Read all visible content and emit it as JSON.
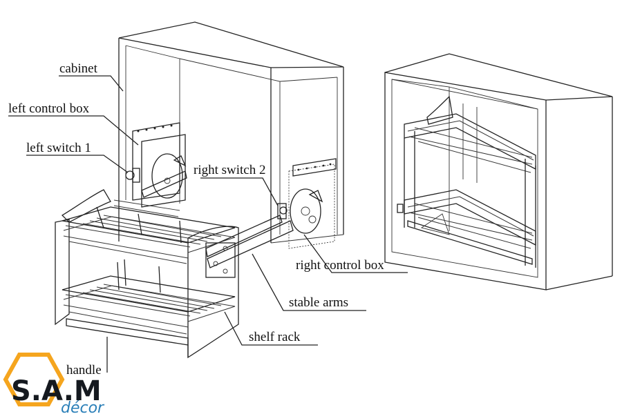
{
  "labels": {
    "cabinet": "cabinet",
    "left_control_box": "left control box",
    "left_switch": "left switch 1",
    "right_switch": "right switch 2",
    "right_control_box": "right control box",
    "stable_arms": "stable arms",
    "shelf_rack": "shelf rack",
    "handle": "handle"
  },
  "logo": {
    "main": "S.A.M",
    "sub": "décor",
    "accent_color": "#f5a51e",
    "text_color": "#15191f",
    "sub_color": "#2a7fb8"
  }
}
